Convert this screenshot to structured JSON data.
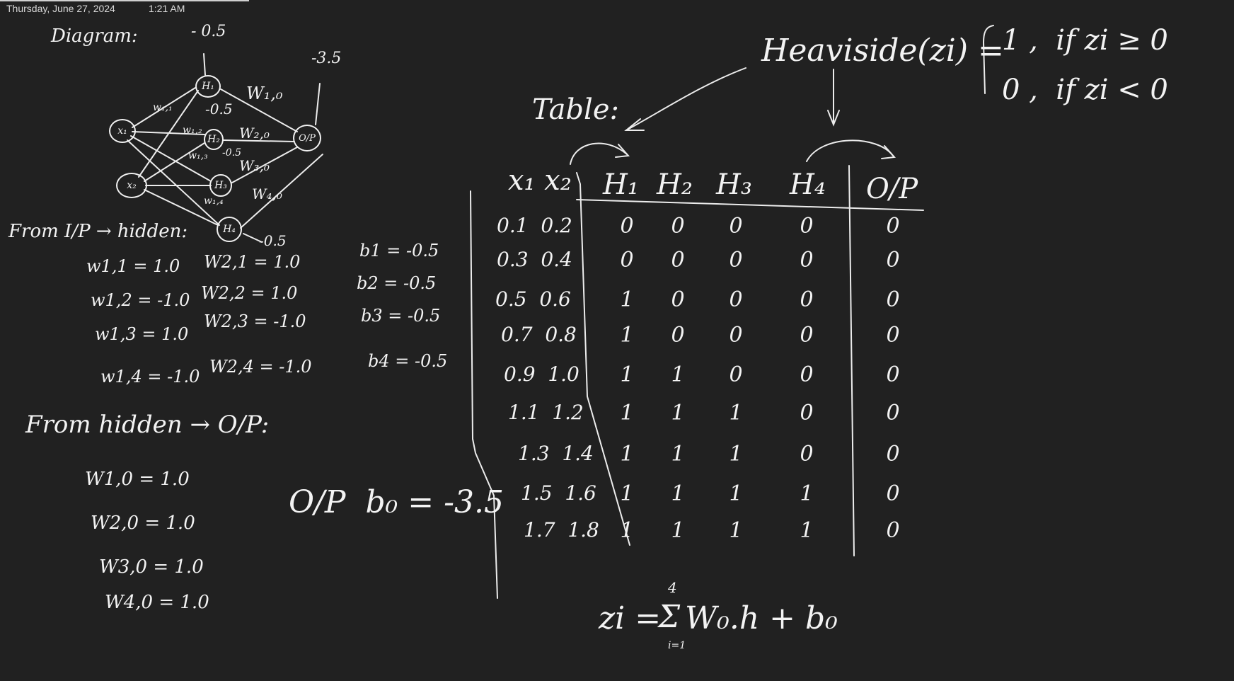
{
  "status_bar": {
    "date": "Thursday, June 27, 2024",
    "time": "1:21 AM"
  },
  "diagram": {
    "title": "Diagram:",
    "bias_h1": "- 0.5",
    "bias_h2": "-0.5",
    "bias_h3": "-0.5",
    "bias_h4": "-0.5",
    "bias_out": "-3.5",
    "nodes": {
      "x1": "x₁",
      "x2": "x₂",
      "h1": "H₁",
      "h2": "H₂",
      "h3": "H₃",
      "h4": "H₄",
      "out": "O/P"
    },
    "edge_labels": {
      "w11": "w₁,₁",
      "w12": "w₁,₂",
      "w13": "w₁,₃",
      "w14": "w₁,₄",
      "w10": "W₁,₀",
      "w20": "W₂,₀",
      "w30": "W₃,₀",
      "w40": "W₄,₀"
    }
  },
  "input_hidden": {
    "heading": "From I/P → hidden:",
    "weights": [
      {
        "left": "w1,1 = 1.0",
        "right": "W2,1 = 1.0"
      },
      {
        "left": "w1,2 = -1.0",
        "right": "W2,2 = 1.0"
      },
      {
        "left": "w1,3 = 1.0",
        "right": "W2,3 = -1.0"
      },
      {
        "left": "w1,4 = -1.0",
        "right": "W2,4 = -1.0"
      }
    ],
    "biases": [
      "b1 = -0.5",
      "b2 = -0.5",
      "b3 = -0.5",
      "b4 = -0.5"
    ]
  },
  "hidden_output": {
    "heading": "From hidden → O/P:",
    "weights": [
      "W1,0 = 1.0",
      "W2,0 = 1.0",
      "W3,0 = 1.0",
      "W4,0 = 1.0"
    ],
    "output_bias": "O/P  b₀ = -3.5"
  },
  "table": {
    "title": "Table:",
    "headers": [
      "x₁ x₂",
      "H₁",
      "H₂",
      "H₃",
      "H₄",
      "O/P"
    ],
    "rows": [
      {
        "x": "0.1  0.2",
        "h": [
          "0",
          "0",
          "0",
          "0"
        ],
        "op": "0"
      },
      {
        "x": "0.3  0.4",
        "h": [
          "0",
          "0",
          "0",
          "0"
        ],
        "op": "0"
      },
      {
        "x": "0.5  0.6",
        "h": [
          "1",
          "0",
          "0",
          "0"
        ],
        "op": "0"
      },
      {
        "x": "0.7  0.8",
        "h": [
          "1",
          "0",
          "0",
          "0"
        ],
        "op": "0"
      },
      {
        "x": "0.9  1.0",
        "h": [
          "1",
          "1",
          "0",
          "0"
        ],
        "op": "0"
      },
      {
        "x": "1.1  1.2",
        "h": [
          "1",
          "1",
          "1",
          "0"
        ],
        "op": "0"
      },
      {
        "x": "1.3  1.4",
        "h": [
          "1",
          "1",
          "1",
          "0"
        ],
        "op": "0"
      },
      {
        "x": "1.5  1.6",
        "h": [
          "1",
          "1",
          "1",
          "1"
        ],
        "op": "0"
      },
      {
        "x": "1.7  1.8",
        "h": [
          "1",
          "1",
          "1",
          "1"
        ],
        "op": "0"
      }
    ]
  },
  "heaviside": {
    "lhs": "Heaviside(zi) =",
    "case1": "1 ,  if zi ≥ 0",
    "case2": "0 ,  if zi < 0"
  },
  "formula": {
    "lhs": "zi =",
    "sum_top": "4",
    "body": "W₀.h + b₀",
    "sum_bottom": "i=1"
  }
}
